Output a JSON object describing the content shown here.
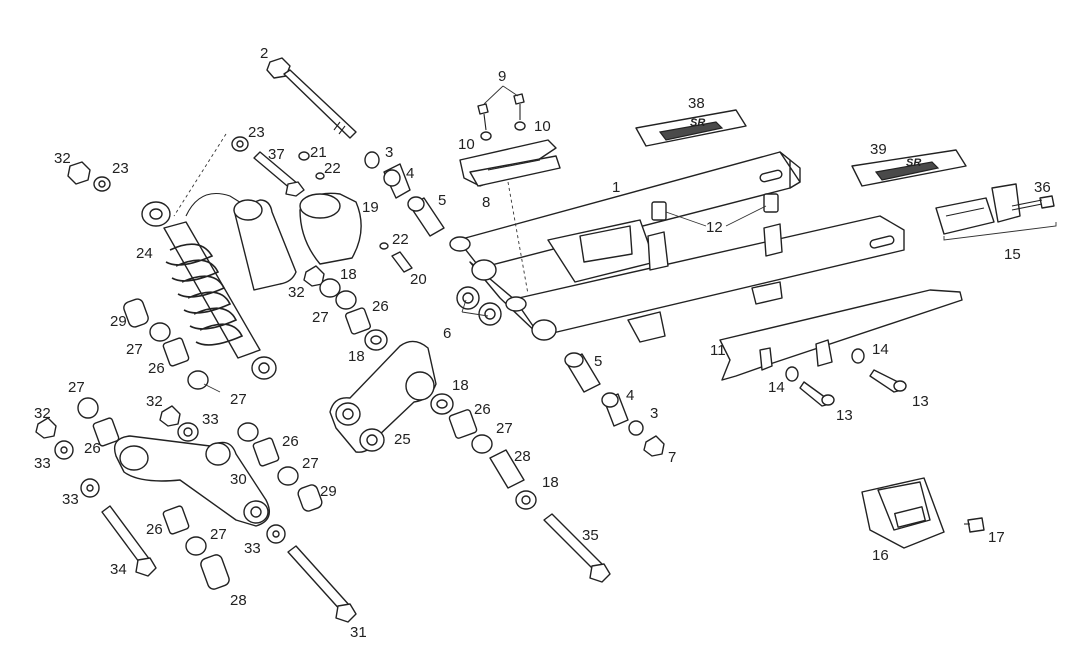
{
  "callouts": {
    "c1": "1",
    "c2": "2",
    "c3a": "3",
    "c3b": "3",
    "c4a": "4",
    "c4b": "4",
    "c5a": "5",
    "c5b": "5",
    "c6": "6",
    "c7": "7",
    "c8": "8",
    "c9": "9",
    "c10a": "10",
    "c10b": "10",
    "c11": "11",
    "c12": "12",
    "c13a": "13",
    "c13b": "13",
    "c14a": "14",
    "c14b": "14",
    "c15": "15",
    "c16": "16",
    "c17": "17",
    "c18a": "18",
    "c18b": "18",
    "c18c": "18",
    "c18d": "18",
    "c19": "19",
    "c20": "20",
    "c21": "21",
    "c22a": "22",
    "c22b": "22",
    "c23a": "23",
    "c23b": "23",
    "c24": "24",
    "c25": "25",
    "c26a": "26",
    "c26b": "26",
    "c26c": "26",
    "c26d": "26",
    "c26e": "26",
    "c26f": "26",
    "c27a": "27",
    "c27b": "27",
    "c27c": "27",
    "c27d": "27",
    "c27e": "27",
    "c27f": "27",
    "c27g": "27",
    "c28a": "28",
    "c28b": "28",
    "c29a": "29",
    "c29b": "29",
    "c30": "30",
    "c31": "31",
    "c32a": "32",
    "c32b": "32",
    "c32c": "32",
    "c32d": "32",
    "c33a": "33",
    "c33b": "33",
    "c33c": "33",
    "c33d": "33",
    "c34": "34",
    "c35": "35",
    "c36": "36",
    "c37": "37",
    "c38": "38",
    "c39": "39"
  },
  "decals": {
    "decal_38_text": "SR",
    "decal_39_text": "SR"
  },
  "colors": {
    "line": "#222222",
    "background": "#ffffff"
  }
}
